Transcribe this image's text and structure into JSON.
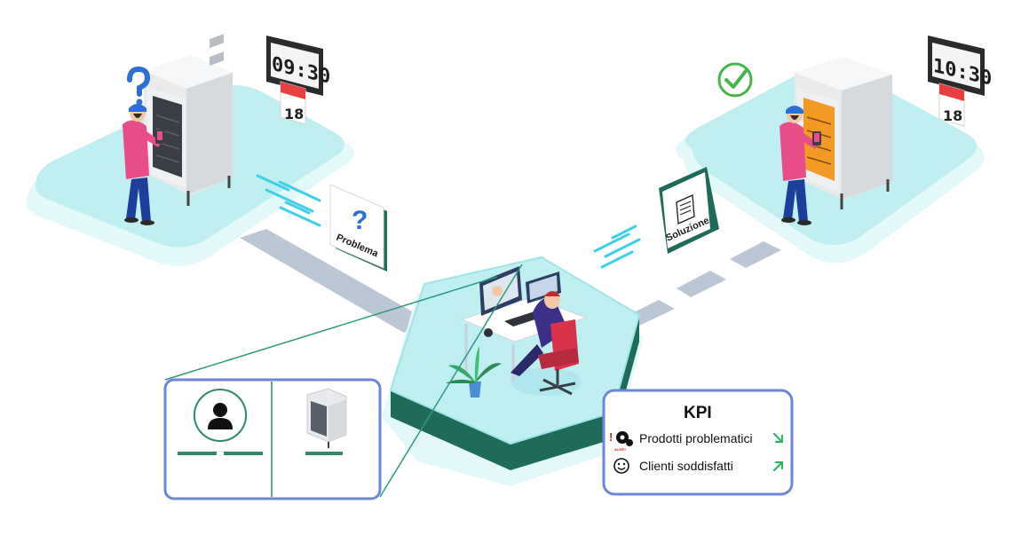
{
  "scene": {
    "clock_left": "09:30",
    "clock_right": "10:30",
    "calendar_left": "18",
    "calendar_right": "18",
    "problem_card": {
      "mark": "?",
      "label": "Problema"
    },
    "solution_card": {
      "label": "Soluzione"
    }
  },
  "kpi": {
    "title": "KPI",
    "alert_label": "ALERT",
    "items": [
      {
        "label": "Prodotti problematici",
        "trend": "down"
      },
      {
        "label": "Clienti soddisfatti",
        "trend": "up"
      }
    ]
  },
  "colors": {
    "teal_platform": "#c9f1f1",
    "dark_green": "#1f6b5a",
    "accent_green": "#2f8a6a",
    "panel_border": "#6e86d6",
    "check_green": "#45b649",
    "trend_green": "#2db36b",
    "cyan_lines": "#3fd0e8",
    "shirt_pink": "#e84d8a",
    "pants_blue": "#1d3f9c"
  }
}
